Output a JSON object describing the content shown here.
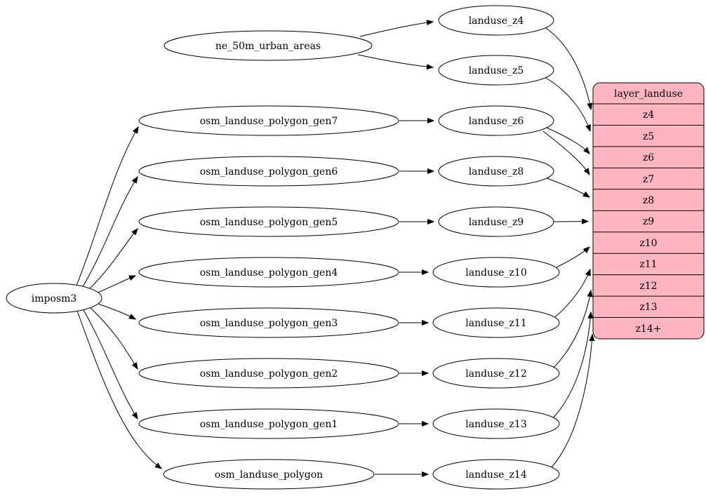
{
  "colors": {
    "record_fill": "#ffb6c1",
    "node_fill": "#ffffff",
    "stroke": "#000000",
    "background": "#ffffff"
  },
  "nodes": {
    "imposm3": "imposm3",
    "ne_50m_urban_areas": "ne_50m_urban_areas",
    "osm_landuse_polygon_gen7": "osm_landuse_polygon_gen7",
    "osm_landuse_polygon_gen6": "osm_landuse_polygon_gen6",
    "osm_landuse_polygon_gen5": "osm_landuse_polygon_gen5",
    "osm_landuse_polygon_gen4": "osm_landuse_polygon_gen4",
    "osm_landuse_polygon_gen3": "osm_landuse_polygon_gen3",
    "osm_landuse_polygon_gen2": "osm_landuse_polygon_gen2",
    "osm_landuse_polygon_gen1": "osm_landuse_polygon_gen1",
    "osm_landuse_polygon": "osm_landuse_polygon",
    "landuse_z4": "landuse_z4",
    "landuse_z5": "landuse_z5",
    "landuse_z6": "landuse_z6",
    "landuse_z8": "landuse_z8",
    "landuse_z9": "landuse_z9",
    "landuse_z10": "landuse_z10",
    "landuse_z11": "landuse_z11",
    "landuse_z12": "landuse_z12",
    "landuse_z13": "landuse_z13",
    "landuse_z14": "landuse_z14"
  },
  "record": {
    "title": "layer_landuse",
    "rows": [
      "z4",
      "z5",
      "z6",
      "z7",
      "z8",
      "z9",
      "z10",
      "z11",
      "z12",
      "z13",
      "z14+"
    ]
  },
  "edges": [
    {
      "from": "imposm3",
      "to": "osm_landuse_polygon_gen7"
    },
    {
      "from": "imposm3",
      "to": "osm_landuse_polygon_gen6"
    },
    {
      "from": "imposm3",
      "to": "osm_landuse_polygon_gen5"
    },
    {
      "from": "imposm3",
      "to": "osm_landuse_polygon_gen4"
    },
    {
      "from": "imposm3",
      "to": "osm_landuse_polygon_gen3"
    },
    {
      "from": "imposm3",
      "to": "osm_landuse_polygon_gen2"
    },
    {
      "from": "imposm3",
      "to": "osm_landuse_polygon_gen1"
    },
    {
      "from": "imposm3",
      "to": "osm_landuse_polygon"
    },
    {
      "from": "ne_50m_urban_areas",
      "to": "landuse_z4"
    },
    {
      "from": "ne_50m_urban_areas",
      "to": "landuse_z5"
    },
    {
      "from": "osm_landuse_polygon_gen7",
      "to": "landuse_z6"
    },
    {
      "from": "osm_landuse_polygon_gen6",
      "to": "landuse_z8"
    },
    {
      "from": "osm_landuse_polygon_gen5",
      "to": "landuse_z9"
    },
    {
      "from": "osm_landuse_polygon_gen4",
      "to": "landuse_z10"
    },
    {
      "from": "osm_landuse_polygon_gen3",
      "to": "landuse_z11"
    },
    {
      "from": "osm_landuse_polygon_gen2",
      "to": "landuse_z12"
    },
    {
      "from": "osm_landuse_polygon_gen1",
      "to": "landuse_z13"
    },
    {
      "from": "osm_landuse_polygon",
      "to": "landuse_z14"
    },
    {
      "from": "landuse_z4",
      "to": "layer_landuse:z4"
    },
    {
      "from": "landuse_z5",
      "to": "layer_landuse:z5"
    },
    {
      "from": "landuse_z6",
      "to": "layer_landuse:z6"
    },
    {
      "from": "landuse_z6",
      "to": "layer_landuse:z7"
    },
    {
      "from": "landuse_z8",
      "to": "layer_landuse:z8"
    },
    {
      "from": "landuse_z9",
      "to": "layer_landuse:z9"
    },
    {
      "from": "landuse_z10",
      "to": "layer_landuse:z10"
    },
    {
      "from": "landuse_z11",
      "to": "layer_landuse:z11"
    },
    {
      "from": "landuse_z12",
      "to": "layer_landuse:z12"
    },
    {
      "from": "landuse_z13",
      "to": "layer_landuse:z13"
    },
    {
      "from": "landuse_z14",
      "to": "layer_landuse:z14+"
    }
  ]
}
